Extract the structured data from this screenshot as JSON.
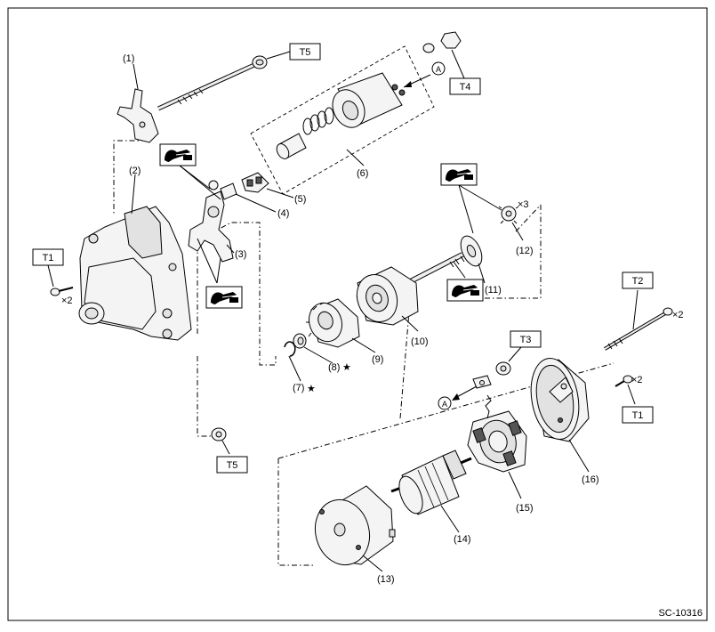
{
  "diagram": {
    "figure_id": "SC-10316",
    "callouts": {
      "c1": "(1)",
      "c2": "(2)",
      "c3": "(3)",
      "c4": "(4)",
      "c5": "(5)",
      "c6": "(6)",
      "c7": "(7)",
      "c8": "(8)",
      "c9": "(9)",
      "c10": "(10)",
      "c11": "(11)",
      "c12": "(12)",
      "c13": "(13)",
      "c14": "(14)",
      "c15": "(15)",
      "c16": "(16)"
    },
    "torque_boxes": {
      "t5_top": "T5",
      "t4": "T4",
      "t1_left": "T1",
      "t2": "T2",
      "t3": "T3",
      "t5_bottom": "T5",
      "t1_right": "T1"
    },
    "quantities": {
      "q_t1_left": "×2",
      "q_t2": "×2",
      "q_t1_right": "×2",
      "q_12": "×3"
    },
    "markers": {
      "a_top": "A",
      "a_bottom": "A",
      "star": "★"
    },
    "icons": [
      "grease-icon"
    ]
  }
}
